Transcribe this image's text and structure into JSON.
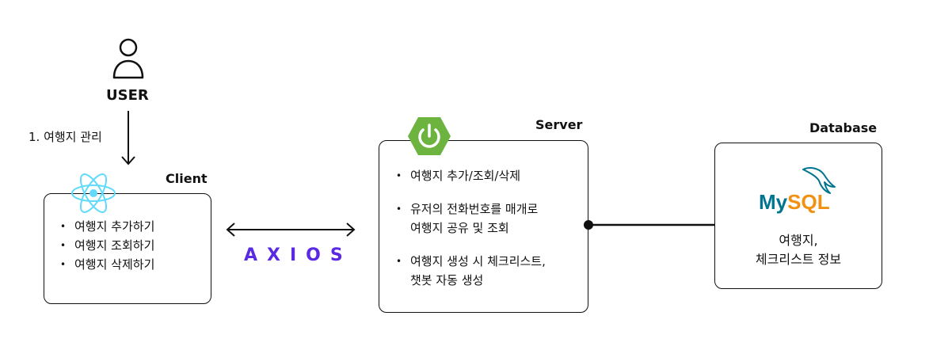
{
  "user": {
    "label": "USER"
  },
  "step": {
    "label": "1. 여행지 관리"
  },
  "client": {
    "title": "Client",
    "items": [
      "여행지 추가하기",
      "여행지 조회하기",
      "여행지 삭제하기"
    ]
  },
  "axios": {
    "text": "AXIOS"
  },
  "server": {
    "title": "Server",
    "items": [
      {
        "line1": "여행지 추가/조회/삭제",
        "line2": ""
      },
      {
        "line1": "유저의 전화번호를 매개로",
        "line2": "여행지 공유 및 조회"
      },
      {
        "line1": "여행지 생성 시 체크리스트,",
        "line2": "챗봇 자동 생성"
      }
    ]
  },
  "database": {
    "title": "Database",
    "logo_text_my": "My",
    "logo_text_sql": "SQL",
    "line1": "여행지,",
    "line2": "체크리스트 정보"
  },
  "colors": {
    "react": "#61dafb",
    "spring": "#6db33f",
    "axios": "#5a29e4",
    "mysql_my": "#00758f",
    "mysql_sql": "#f29111",
    "line": "#111111"
  },
  "icons": [
    "user-icon",
    "react-icon",
    "spring-icon",
    "mysql-dolphin-icon"
  ]
}
